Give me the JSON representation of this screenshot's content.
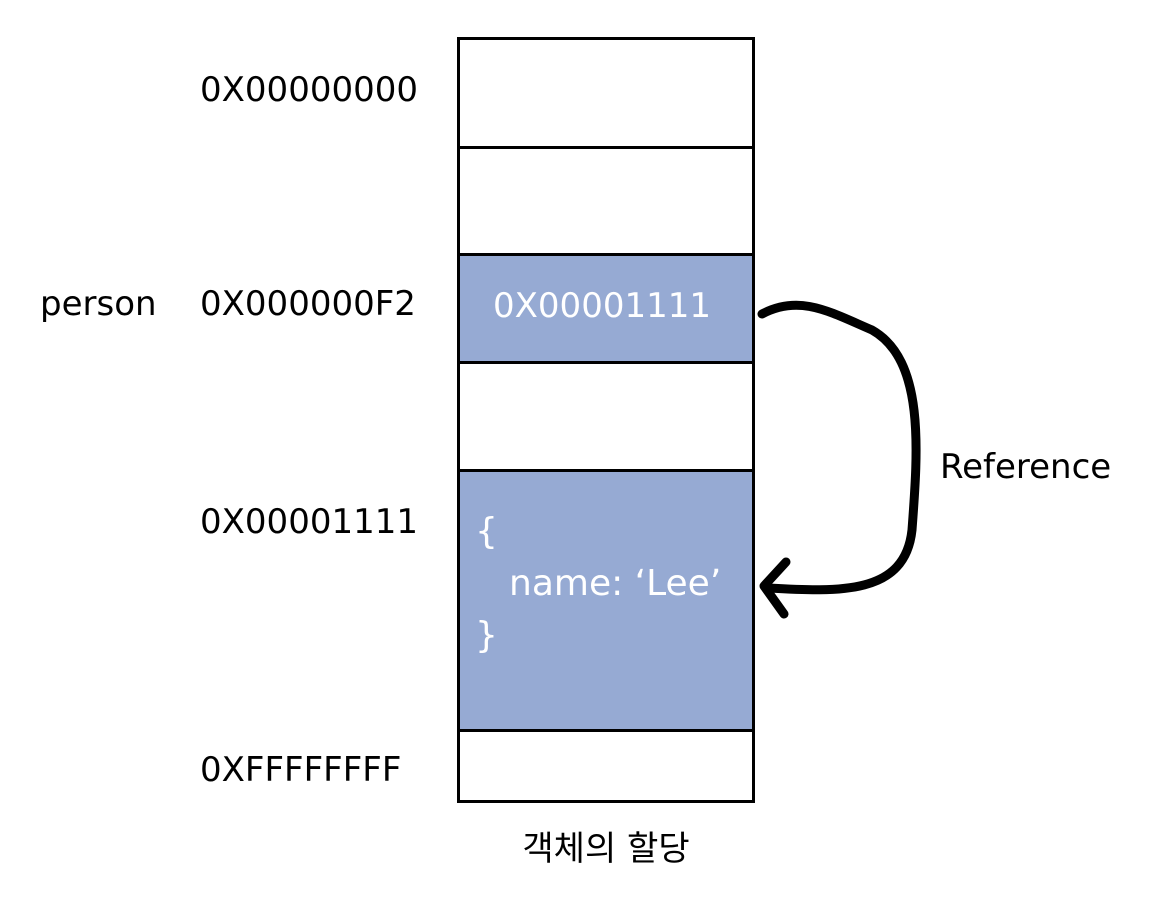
{
  "variable_label": "person",
  "addresses": {
    "first": "0X00000000",
    "person": "0X000000F2",
    "object": "0X00001111",
    "last": "0XFFFFFFFF"
  },
  "cells": {
    "person_value": "0X00001111",
    "object_open": "{",
    "object_body": "name: ‘Lee’",
    "object_close": "}"
  },
  "colors": {
    "filled_cell": "#96aad3",
    "cell_text": "#ffffff",
    "arrow": "#000000"
  },
  "arrow_label": "Reference",
  "caption": "객체의 할당"
}
